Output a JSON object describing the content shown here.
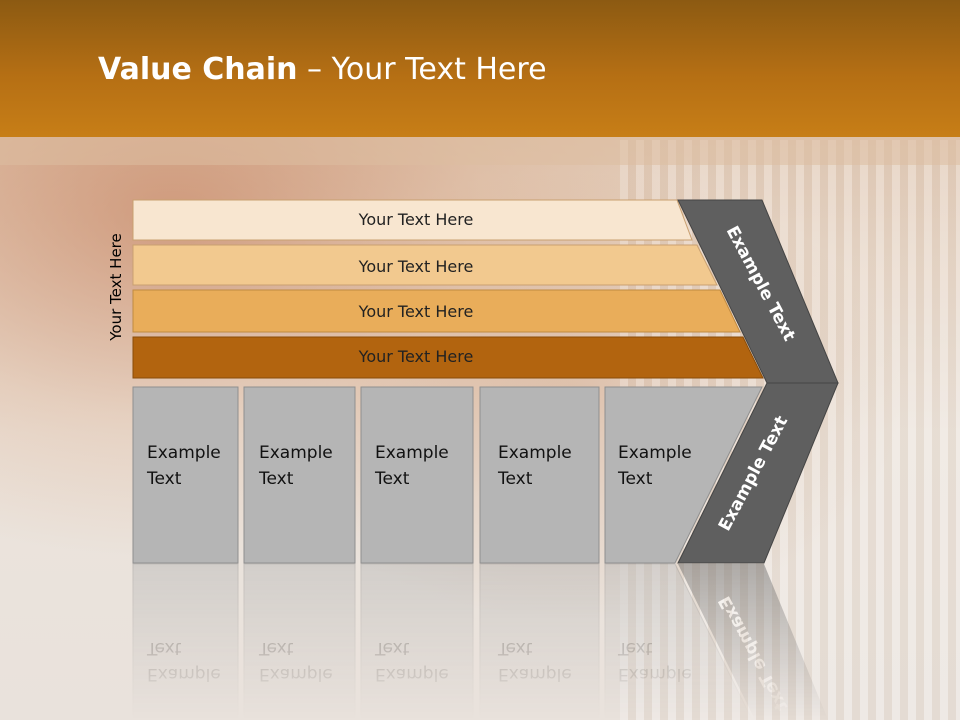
{
  "title": {
    "bold": "Value Chain",
    "rest": " – Your Text Here"
  },
  "side_label": "Your Text Here",
  "bars": [
    {
      "label": "Your Text Here",
      "color": "#f8e6d0"
    },
    {
      "label": "Your Text Here",
      "color": "#f2c98f"
    },
    {
      "label": "Your Text Here",
      "color": "#e9ad5a"
    },
    {
      "label": "Your Text Here",
      "color": "#b2640f"
    }
  ],
  "boxes": [
    {
      "line1": "Example",
      "line2": "Text"
    },
    {
      "line1": "Example",
      "line2": "Text"
    },
    {
      "line1": "Example",
      "line2": "Text"
    },
    {
      "line1": "Example",
      "line2": "Text"
    },
    {
      "line1": "Example",
      "line2": "Text"
    }
  ],
  "arrow_top": "Example Text",
  "arrow_bottom": "Example Text",
  "colors": {
    "box": "#b5b5b5",
    "arrow": "#5f5f5f",
    "header": "#b56f14"
  }
}
